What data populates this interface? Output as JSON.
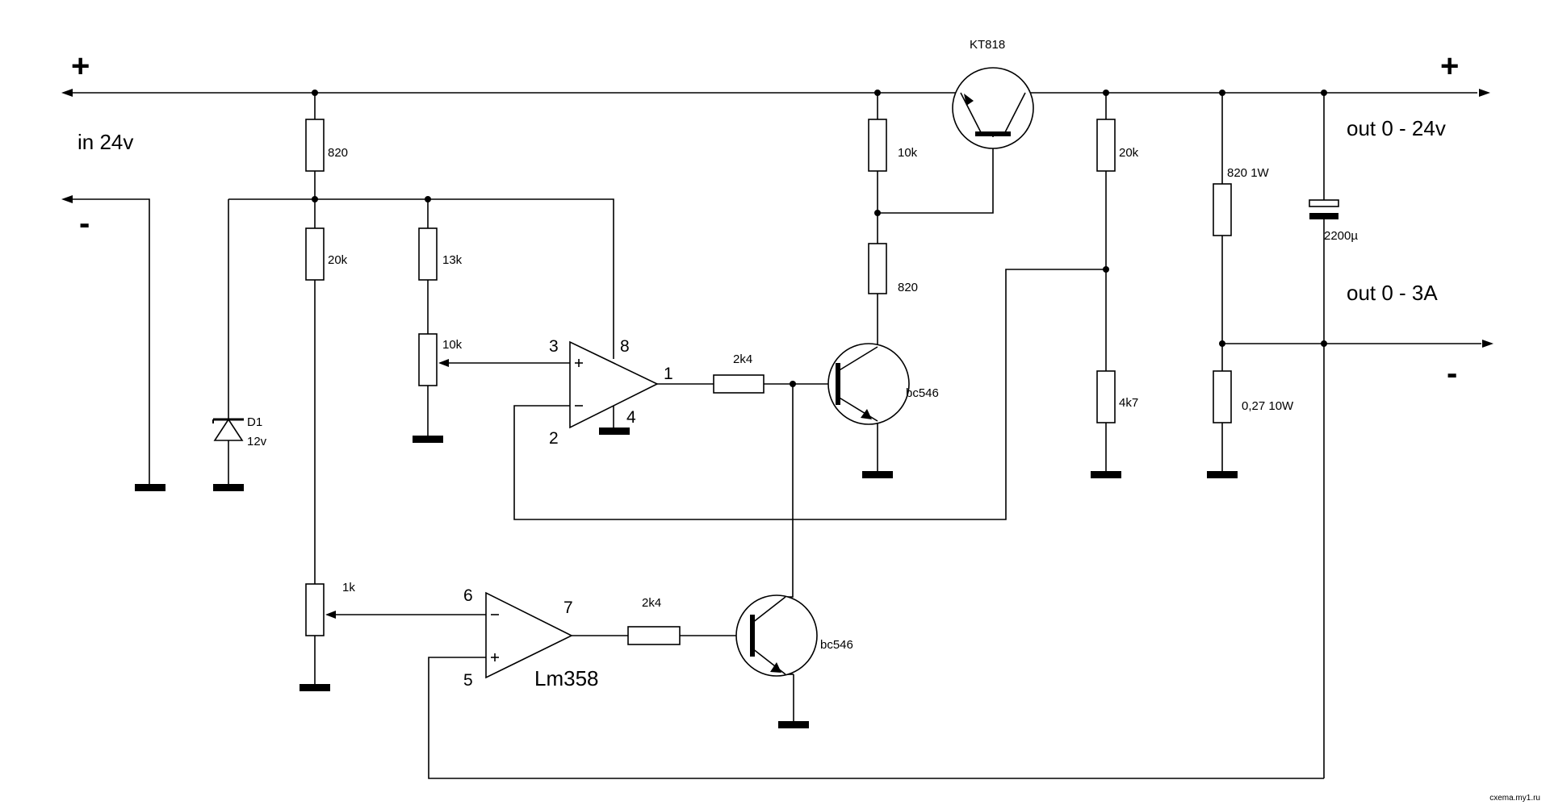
{
  "terminals": {
    "in_plus": "+",
    "in_minus": "-",
    "out_plus": "+",
    "out_minus": "-",
    "in_label": "in 24v",
    "out_voltage": "out  0  -  24v",
    "out_current": "out  0  -  3A"
  },
  "components": {
    "q_power": "KT818",
    "r_top": "820",
    "r_ref_a": "20k",
    "pot_i": "1k",
    "r_13k": "13k",
    "pot_v": "10k",
    "zener_name": "D1",
    "zener_value": "12v",
    "r_10k": "10k",
    "r_820b": "820",
    "r_fb_top": "20k",
    "r_fb_bot": "4k7",
    "r_load": "820  1W",
    "cap": "2200µ",
    "r_shunt": "0,27 10W",
    "r_base1": "2k4",
    "r_base2": "2k4",
    "q1": "bc546",
    "q2": "bc546",
    "opamp": "Lm358"
  },
  "pins": {
    "p3": "3",
    "p8": "8",
    "p1": "1",
    "p2": "2",
    "p4": "4",
    "p6": "6",
    "p7": "7",
    "p5": "5"
  },
  "watermark": "cxema.my1.ru"
}
